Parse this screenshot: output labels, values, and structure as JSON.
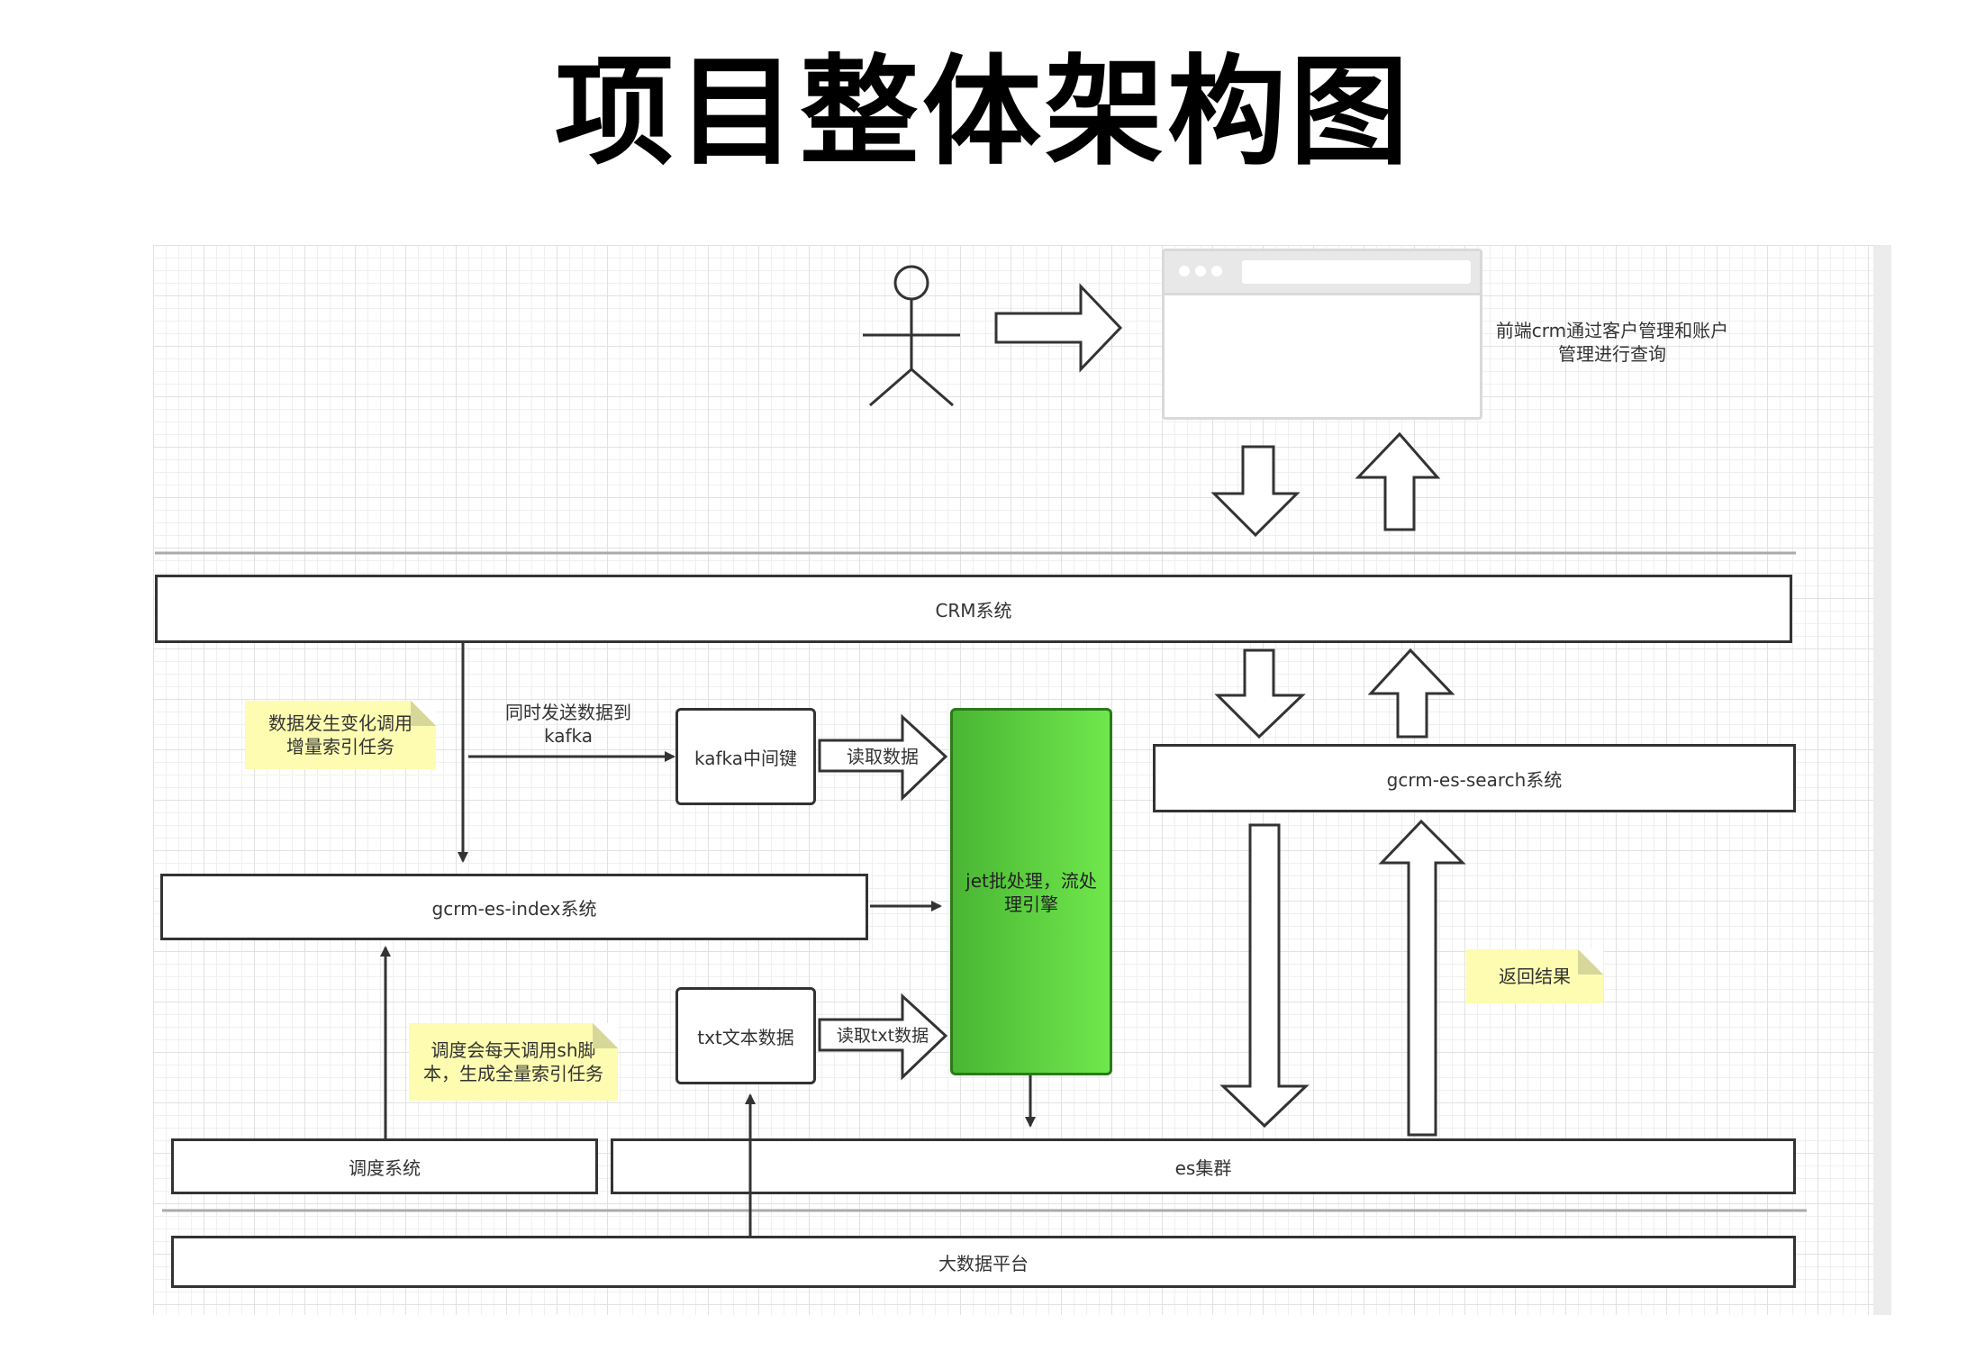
{
  "title": "项目整体架构图",
  "frontend_note": [
    "前端crm通过客户管理和账户",
    "管理进行查询"
  ],
  "crm_system": "CRM系统",
  "note_incremental": [
    "数据发生变化调用",
    "增量索引任务"
  ],
  "send_kafka_label": [
    "同时发送数据到",
    "kafka"
  ],
  "kafka_box": "kafka中间键",
  "read_data_label": "读取数据",
  "jet_engine": [
    "jet批处理，流处",
    "理引擎"
  ],
  "search_system": "gcrm-es-search系统",
  "index_system": "gcrm-es-index系统",
  "return_result_note": "返回结果",
  "note_full_index": [
    "调度会每天调用sh脚",
    "本，生成全量索引任务"
  ],
  "txt_box": "txt文本数据",
  "read_txt_label": "读取txt数据",
  "scheduler_system": "调度系统",
  "es_cluster": "es集群",
  "bigdata_platform": "大数据平台",
  "colors": {
    "engine_green": "#5ed140",
    "note_yellow": "#fdfcb1",
    "line": "#333333"
  }
}
